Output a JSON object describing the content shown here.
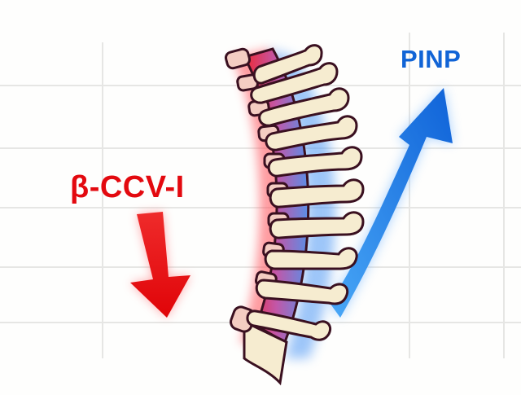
{
  "labels": {
    "decrease_marker": "β-CCV-I",
    "increase_marker": "PINP"
  },
  "arrows": {
    "down": {
      "direction": "down",
      "meaning": "decrease",
      "color": "#e30b10"
    },
    "up": {
      "direction": "up",
      "meaning": "increase",
      "color": "#1566dc"
    }
  },
  "illustration": {
    "subject": "spine-vertebrae",
    "glow_left_color": "#ef2a35",
    "glow_right_color": "#3a8ef0",
    "bone_color": "#f6ecd0",
    "outline_color": "#3a1020"
  },
  "colors": {
    "background": "#fefefd",
    "grid": "#e6e6e4",
    "red": "#e3090f",
    "blue": "#1164d6"
  }
}
